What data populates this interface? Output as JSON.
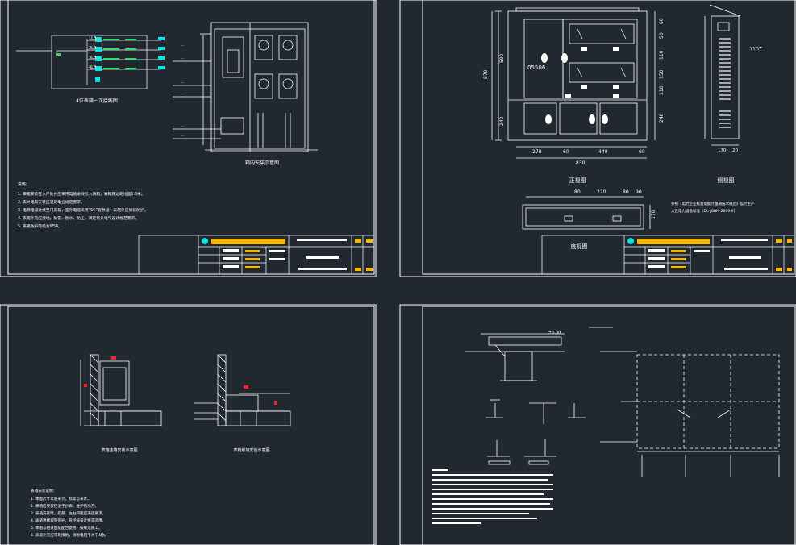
{
  "colors": {
    "background": "#212830",
    "line": "#ffffff",
    "accent_yellow": "#f5b800",
    "accent_red": "#ff2020",
    "accent_cyan": "#00e5e5",
    "accent_green": "#2ee06a"
  },
  "sheet1": {
    "diagram_caption": "4位表箱一次接线图",
    "install_caption": "箱内安装示意图",
    "notes_title": "说明：",
    "notes": [
      "1. 表箱安装在入户处并应采用电缆进线引入表箱，表箱底边距地面1.8米。",
      "2. 表计电表安装应满足电业规定要求。",
      "3. 电源电缆进线至门表箱，室外电缆采用“SC”管敷设，表箱外应加装防护。",
      "4. 表箱外壳应接地，防雷、防水、防尘，满足有关电气设计规范要求。",
      "5. 表箱防护等级为IP54。"
    ],
    "breaker_labels": [
      "1LB",
      "2LB",
      "3LB",
      "4LB"
    ]
  },
  "sheet2": {
    "front_caption": "正视图",
    "side_caption": "侧视图",
    "bottom_caption": "底视图",
    "dim_total_height": "870",
    "dim_upper_height": "590",
    "dim_lower_height": "240",
    "dim_total_width": "830",
    "dim_widths": [
      "270",
      "60",
      "440",
      "60"
    ],
    "dim_right": [
      "60",
      "50",
      "110",
      "150",
      "110",
      "240"
    ],
    "dim_side": [
      "170",
      "20"
    ],
    "dim_bottom": [
      "80",
      "220",
      "80",
      "90"
    ],
    "dim_bottom_height": "170",
    "side_label": "YY/YY",
    "spec_note": "参照《电力企业标准电能计量箱技术规范》设计生产",
    "spec_code": "大连电力设备标准（DL-JGBM-2009-X）",
    "label_code": "05506"
  },
  "sheet3": {
    "caption_a": "表箱挂墙安装示意图",
    "caption_b": "表箱嵌墙安装示意图",
    "notes_title": "表箱安装说明：",
    "notes": [
      "1. 本图尺寸以毫米计，标高以米计。",
      "2. 表箱应安装在便于抄表、维护的地方。",
      "3. 表箱安装时，底部、左右间距应满足要求。",
      "4. 表箱进线穿管保护，管径按设计要求选用。",
      "5. 本图与相关图纸配合使用，按规范施工。",
      "6. 表箱外壳应可靠接地，接地电阻不大于4欧。"
    ]
  },
  "sheet4": {
    "elevation": "±0.00"
  }
}
